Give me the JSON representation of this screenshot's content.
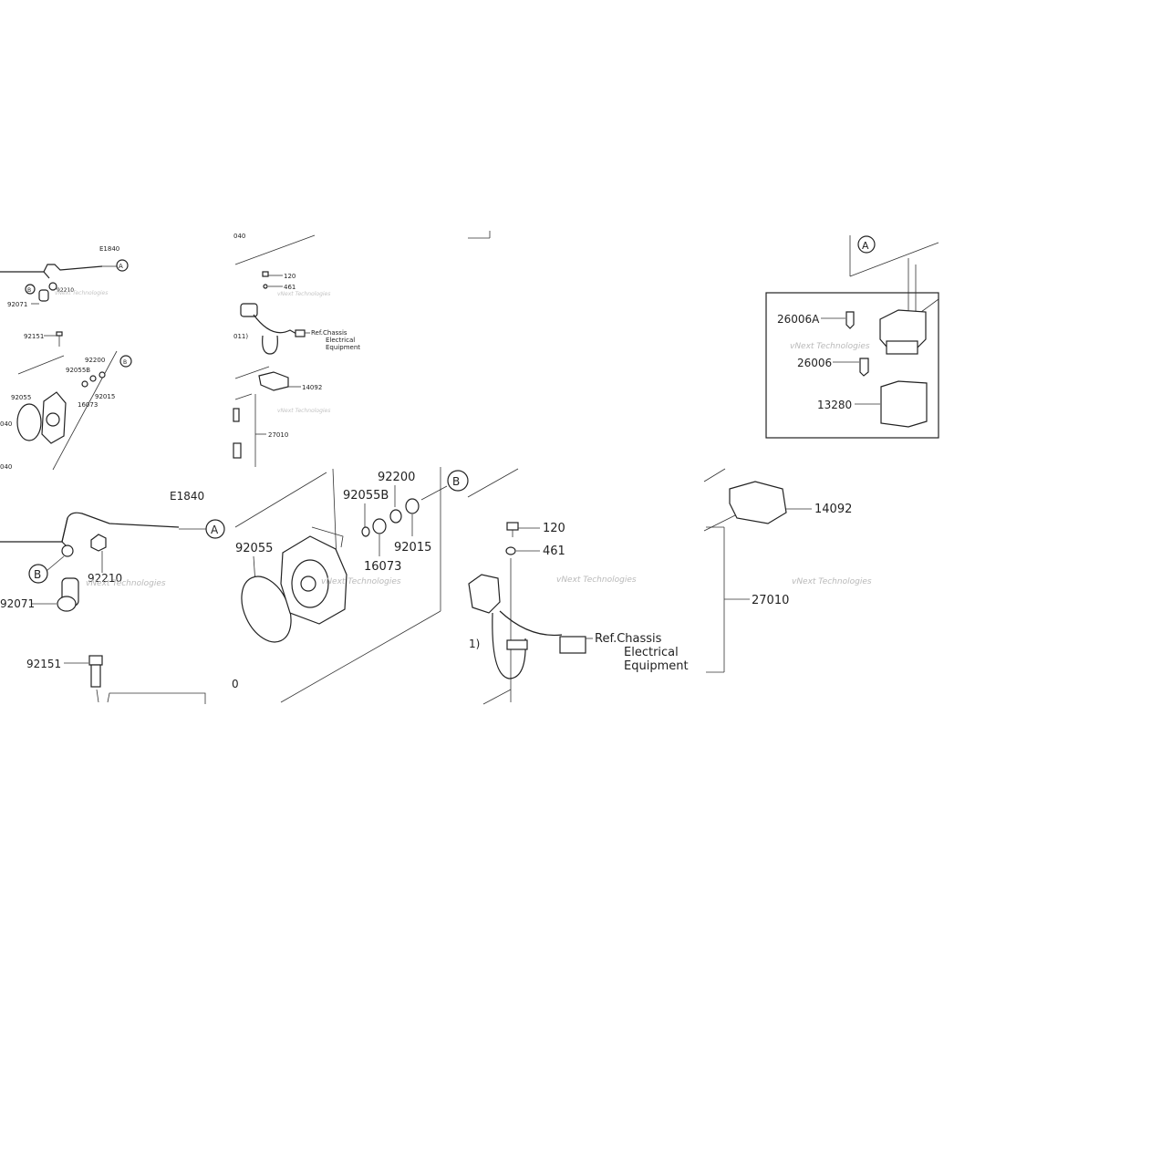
{
  "diagram": {
    "left_small": {
      "code": "E1840",
      "labels": [
        "92071",
        "92210",
        "92151",
        "92200",
        "92055B",
        "92015",
        "16073",
        "92055",
        "040",
        "040"
      ],
      "callouts": [
        "A",
        "B",
        "B"
      ]
    },
    "mid_small": {
      "labels": [
        "040",
        "120",
        "461",
        "011)",
        "14092",
        "27010"
      ],
      "ref": [
        "Ref.Chassis",
        "Electrical",
        "Equipment"
      ]
    },
    "right_box": {
      "labels": [
        "26006A",
        "26006",
        "13280"
      ],
      "callouts": [
        "A"
      ]
    },
    "left_large": {
      "code": "E1840",
      "labels": [
        "92071",
        "92210",
        "92151"
      ],
      "callouts": [
        "A",
        "B"
      ]
    },
    "center_large": {
      "labels": [
        "92200",
        "92055B",
        "92055",
        "16073",
        "92015"
      ],
      "callouts": [
        "B"
      ],
      "cut": "0"
    },
    "right_large": {
      "labels": [
        "120",
        "461",
        "1)"
      ],
      "ref": [
        "Ref.Chassis",
        "Electrical",
        "Equipment"
      ]
    },
    "far_right_large": {
      "labels": [
        "14092",
        "27010"
      ]
    },
    "watermark": "vNext Technologies"
  }
}
